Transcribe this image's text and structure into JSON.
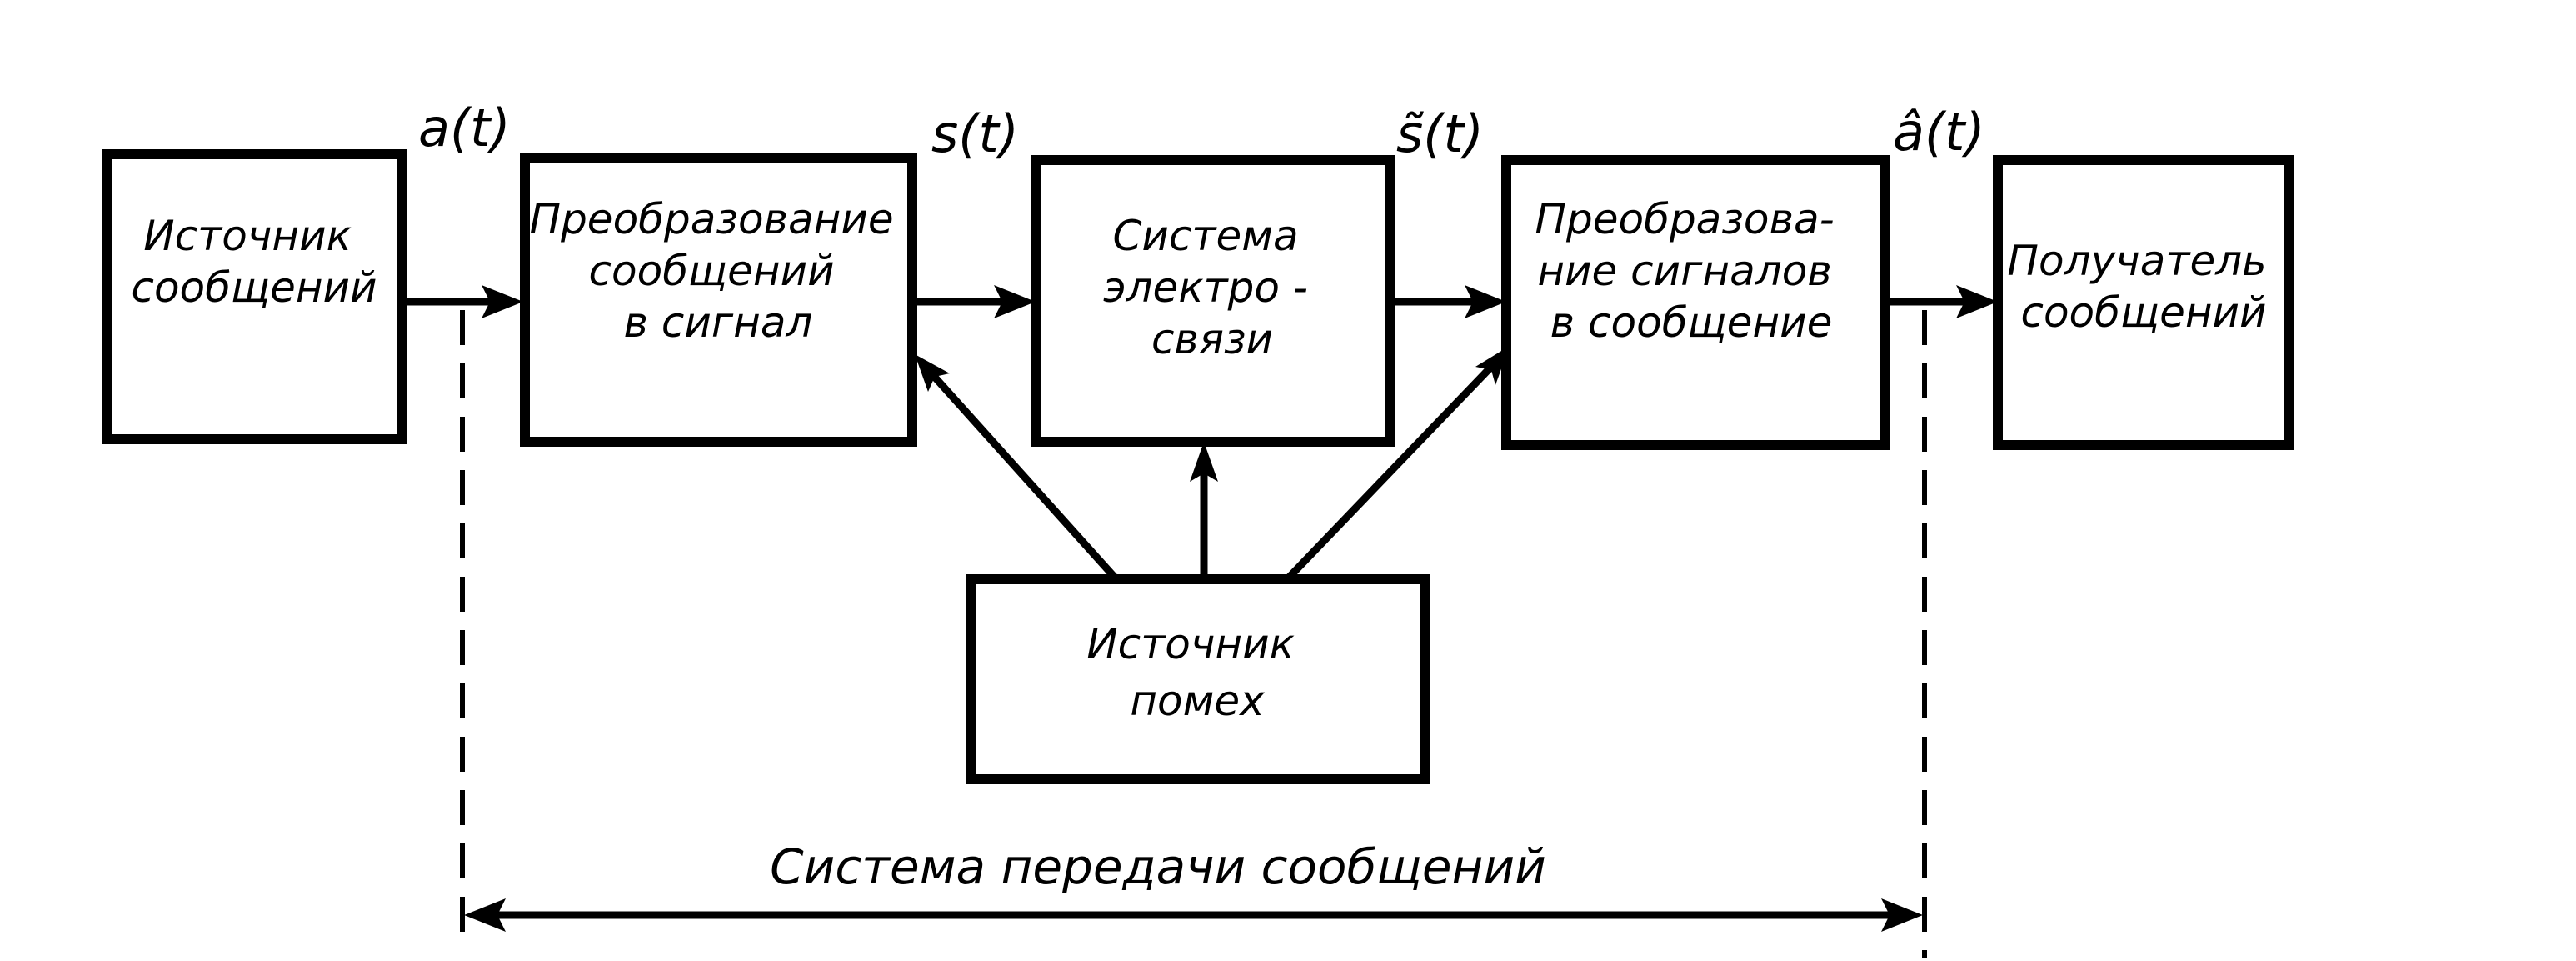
{
  "blocks": {
    "source": {
      "lines": [
        "Источник",
        "сообщений"
      ]
    },
    "modulator": {
      "lines": [
        "Преобразование",
        "сообщений",
        "в сигнал"
      ]
    },
    "channel": {
      "lines": [
        "Система",
        "электро -",
        "связи"
      ]
    },
    "demodulator": {
      "lines": [
        "Преобразова-",
        "ние сигналов",
        "в сообщение"
      ]
    },
    "receiver": {
      "lines": [
        "Получатель",
        "сообщений"
      ]
    },
    "noise": {
      "lines": [
        "Источник",
        "помех"
      ]
    }
  },
  "signals": {
    "a": "a(t)",
    "s": "s(t)",
    "s_hat": "s̃(t)",
    "a_hat": "â(t)"
  },
  "system_caption": "Система передачи сообщений"
}
